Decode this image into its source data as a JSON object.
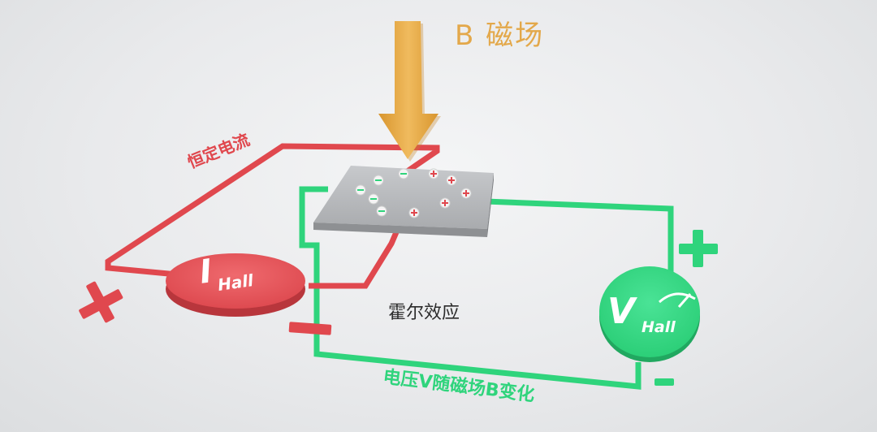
{
  "labels": {
    "magnetic_field": "B 磁场",
    "constant_current": "恒定电流",
    "hall_effect": "霍尔效应",
    "voltage_change": "电压V随磁场B变化"
  },
  "ammeter": {
    "main": "I",
    "sub": "Hall"
  },
  "voltmeter": {
    "main": "V",
    "sub": "Hall"
  },
  "colors": {
    "field_arrow": "#e3a84a",
    "current_circuit": "#e0484e",
    "voltage_circuit": "#2fd47c",
    "hall_plate": "#b8babd"
  }
}
